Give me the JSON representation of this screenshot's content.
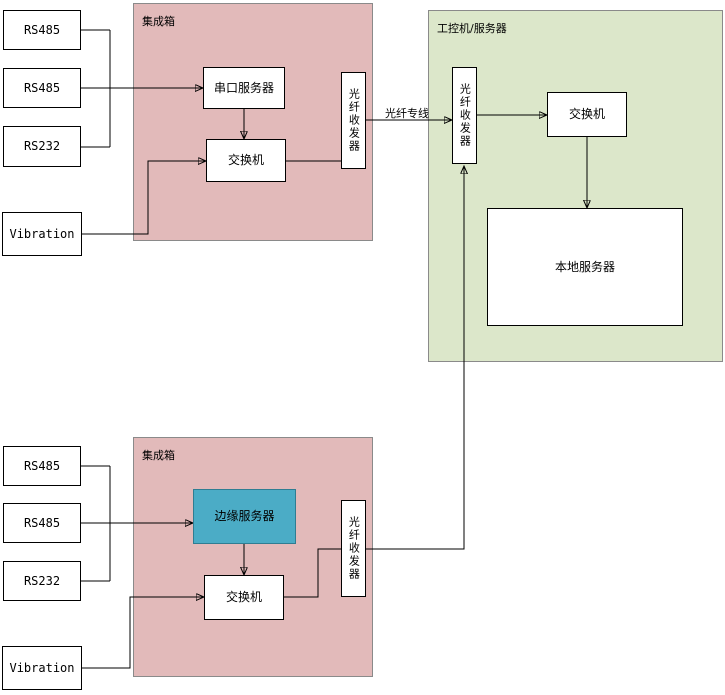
{
  "diagram": {
    "top": {
      "sources": [
        {
          "label": "RS485"
        },
        {
          "label": "RS485"
        },
        {
          "label": "RS232"
        },
        {
          "label": "Vibration"
        }
      ],
      "integration_box": {
        "title": "集成箱",
        "serial_server": "串口服务器",
        "switch": "交换机",
        "fiber_transceiver": "光纤收发器"
      },
      "server_box": {
        "title": "工控机/服务器",
        "fiber_transceiver": "光纤收发器",
        "switch": "交换机",
        "local_server": "本地服务器"
      },
      "link_label": "光纤专线"
    },
    "bottom": {
      "sources": [
        {
          "label": "RS485"
        },
        {
          "label": "RS485"
        },
        {
          "label": "RS232"
        },
        {
          "label": "Vibration"
        }
      ],
      "integration_box": {
        "title": "集成箱",
        "edge_server": "边缘服务器",
        "switch": "交换机",
        "fiber_transceiver": "光纤收发器"
      }
    },
    "colors": {
      "integration_fill": "#e2baba",
      "server_fill": "#dce7ca",
      "edge_server_fill": "#4bacc6",
      "line_color": "#000000"
    }
  }
}
